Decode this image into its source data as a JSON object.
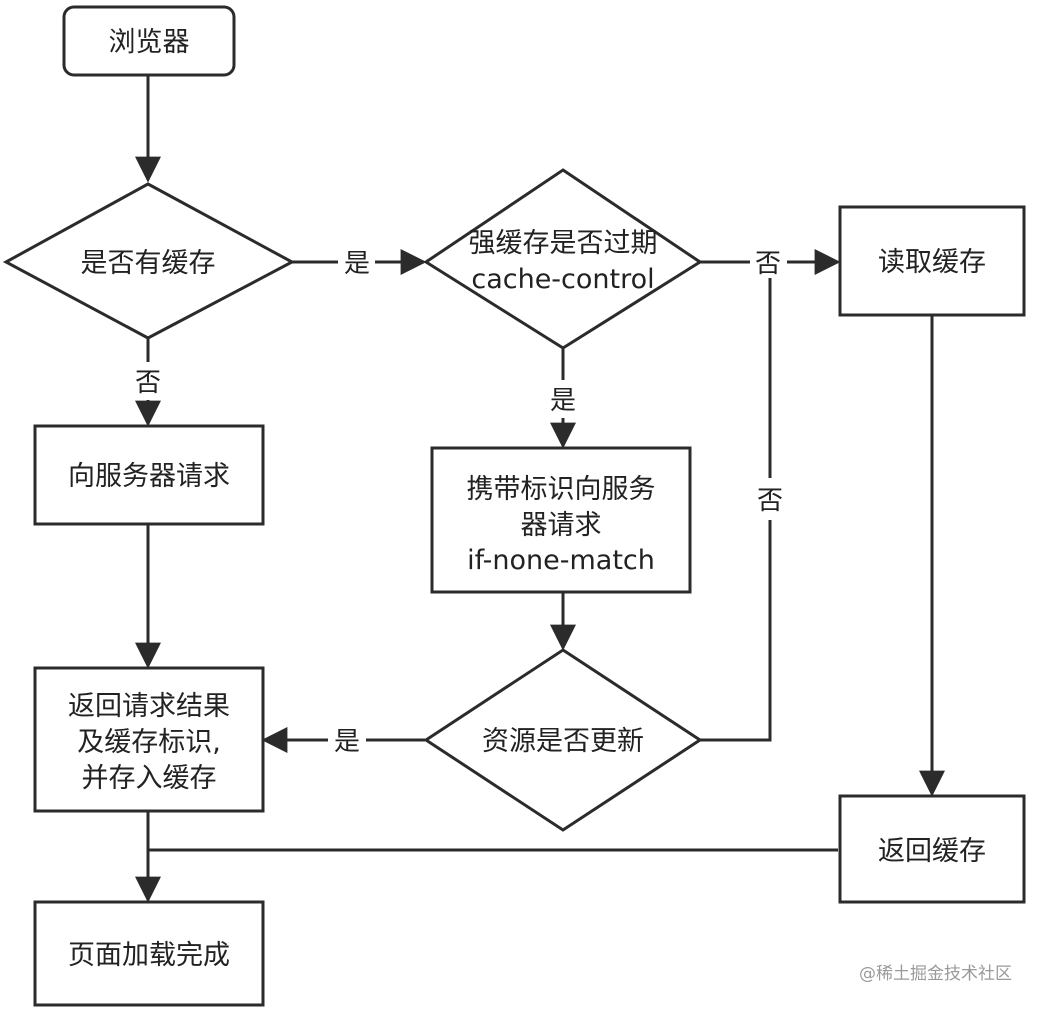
{
  "colors": {
    "stroke": "#2b2b2b",
    "text": "#222222",
    "background": "#ffffff",
    "watermark": "#9a9a9a"
  },
  "nodes": {
    "browser": "浏览器",
    "has_cache": "是否有缓存",
    "strong_expired_line1": "强缓存是否过期",
    "strong_expired_line2": "cache-control",
    "read_cache": "读取缓存",
    "request_server": "向服务器请求",
    "carry_flag_line1": "携带标识向服务",
    "carry_flag_line2": "器请求",
    "carry_flag_line3": "if-none-match",
    "return_result_line1": "返回请求结果",
    "return_result_line2": "及缓存标识,",
    "return_result_line3": "并存入缓存",
    "resource_updated": "资源是否更新",
    "return_cache": "返回缓存",
    "page_loaded": "页面加载完成"
  },
  "edges": {
    "has_cache_yes": "是",
    "has_cache_no": "否",
    "strong_no": "否",
    "strong_yes": "是",
    "updated_no": "否",
    "updated_yes": "是"
  },
  "watermark": "@稀土掘金技术社区"
}
